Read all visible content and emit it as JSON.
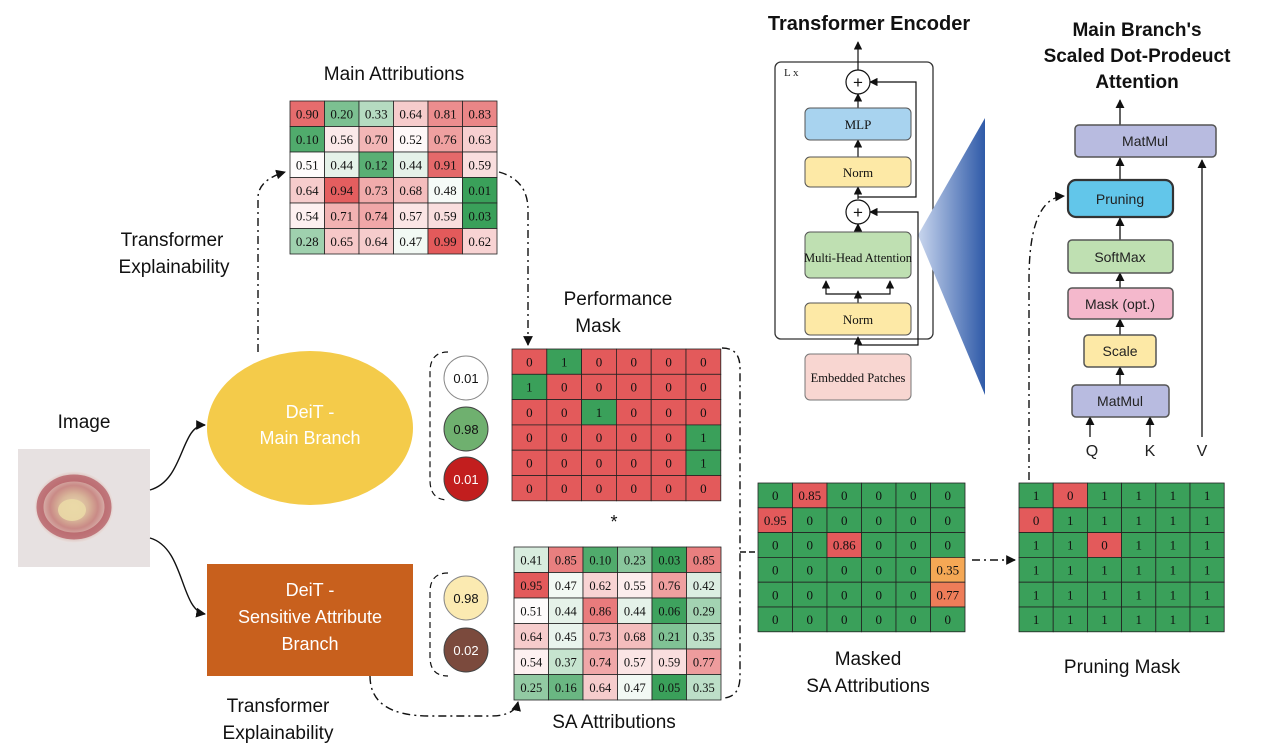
{
  "labels": {
    "main_attributions": "Main Attributions",
    "transformer_explainability_top": [
      "Transformer",
      "Explainability"
    ],
    "performance_mask": [
      "Performance",
      "Mask"
    ],
    "image": "Image",
    "deit_main": [
      "DeiT -",
      "Main Branch"
    ],
    "deit_sa": [
      "DeiT -",
      "Sensitive Attribute",
      "Branch"
    ],
    "transformer_explainability_bottom": [
      "Transformer",
      "Explainability"
    ],
    "sa_attributions": "SA Attributions",
    "masked_sa_attributions": [
      "Masked",
      "SA Attributions"
    ],
    "pruning_mask": "Pruning Mask",
    "multiply_symbol": "*",
    "transformer_encoder_title": "Transformer Encoder",
    "attention_title": [
      "Main Branch's",
      "Scaled Dot-Prodeuct",
      "Attention"
    ]
  },
  "main_branch_outputs": [
    "0.01",
    "0.98",
    "0.01"
  ],
  "sa_branch_outputs": [
    "0.98",
    "0.02"
  ],
  "encoder": {
    "repeat": "L x",
    "plus": "+",
    "blocks": [
      "MLP",
      "Norm",
      "Multi-Head Attention",
      "Norm",
      "Embedded Patches"
    ]
  },
  "attention": {
    "blocks": [
      "MatMul",
      "Pruning",
      "SoftMax",
      "Mask (opt.)",
      "Scale",
      "MatMul"
    ],
    "inputs": [
      "Q",
      "K",
      "V"
    ]
  },
  "colors": {
    "red": "#e35a5b",
    "green": "#3aa05a",
    "orange_main": "#f4cb4a",
    "orange_sa": "#c8601d",
    "mlp_blue": "#a8d3ef",
    "norm_yellow": "#fde9a6",
    "mha_green": "#bfe0b2",
    "patches_pink": "#f8d6d1",
    "pruning_blue": "#62c6ea",
    "matmul_purple": "#b8bbe0",
    "cone_blue": "#5a7fc0"
  },
  "main_attributions_grid": [
    [
      "0.90",
      "0.20",
      "0.33",
      "0.64",
      "0.81",
      "0.83"
    ],
    [
      "0.10",
      "0.56",
      "0.70",
      "0.52",
      "0.76",
      "0.63"
    ],
    [
      "0.51",
      "0.44",
      "0.12",
      "0.44",
      "0.91",
      "0.59"
    ],
    [
      "0.64",
      "0.94",
      "0.73",
      "0.68",
      "0.48",
      "0.01"
    ],
    [
      "0.54",
      "0.71",
      "0.74",
      "0.57",
      "0.59",
      "0.03"
    ],
    [
      "0.28",
      "0.65",
      "0.64",
      "0.47",
      "0.99",
      "0.62"
    ]
  ],
  "performance_mask_grid": [
    [
      "0",
      "1",
      "0",
      "0",
      "0",
      "0"
    ],
    [
      "1",
      "0",
      "0",
      "0",
      "0",
      "0"
    ],
    [
      "0",
      "0",
      "1",
      "0",
      "0",
      "0"
    ],
    [
      "0",
      "0",
      "0",
      "0",
      "0",
      "1"
    ],
    [
      "0",
      "0",
      "0",
      "0",
      "0",
      "1"
    ],
    [
      "0",
      "0",
      "0",
      "0",
      "0",
      "0"
    ]
  ],
  "sa_attributions_grid": [
    [
      "0.41",
      "0.85",
      "0.10",
      "0.23",
      "0.03",
      "0.85"
    ],
    [
      "0.95",
      "0.47",
      "0.62",
      "0.55",
      "0.76",
      "0.42"
    ],
    [
      "0.51",
      "0.44",
      "0.86",
      "0.44",
      "0.06",
      "0.29"
    ],
    [
      "0.64",
      "0.45",
      "0.73",
      "0.68",
      "0.21",
      "0.35"
    ],
    [
      "0.54",
      "0.37",
      "0.74",
      "0.57",
      "0.59",
      "0.77"
    ],
    [
      "0.25",
      "0.16",
      "0.64",
      "0.47",
      "0.05",
      "0.35"
    ]
  ],
  "masked_sa_grid": [
    [
      "0",
      "0.85",
      "0",
      "0",
      "0",
      "0"
    ],
    [
      "0.95",
      "0",
      "0",
      "0",
      "0",
      "0"
    ],
    [
      "0",
      "0",
      "0.86",
      "0",
      "0",
      "0"
    ],
    [
      "0",
      "0",
      "0",
      "0",
      "0",
      "0.35"
    ],
    [
      "0",
      "0",
      "0",
      "0",
      "0",
      "0.77"
    ],
    [
      "0",
      "0",
      "0",
      "0",
      "0",
      "0"
    ]
  ],
  "pruning_mask_grid": [
    [
      "1",
      "0",
      "1",
      "1",
      "1",
      "1"
    ],
    [
      "0",
      "1",
      "1",
      "1",
      "1",
      "1"
    ],
    [
      "1",
      "1",
      "0",
      "1",
      "1",
      "1"
    ],
    [
      "1",
      "1",
      "1",
      "1",
      "1",
      "1"
    ],
    [
      "1",
      "1",
      "1",
      "1",
      "1",
      "1"
    ],
    [
      "1",
      "1",
      "1",
      "1",
      "1",
      "1"
    ]
  ]
}
